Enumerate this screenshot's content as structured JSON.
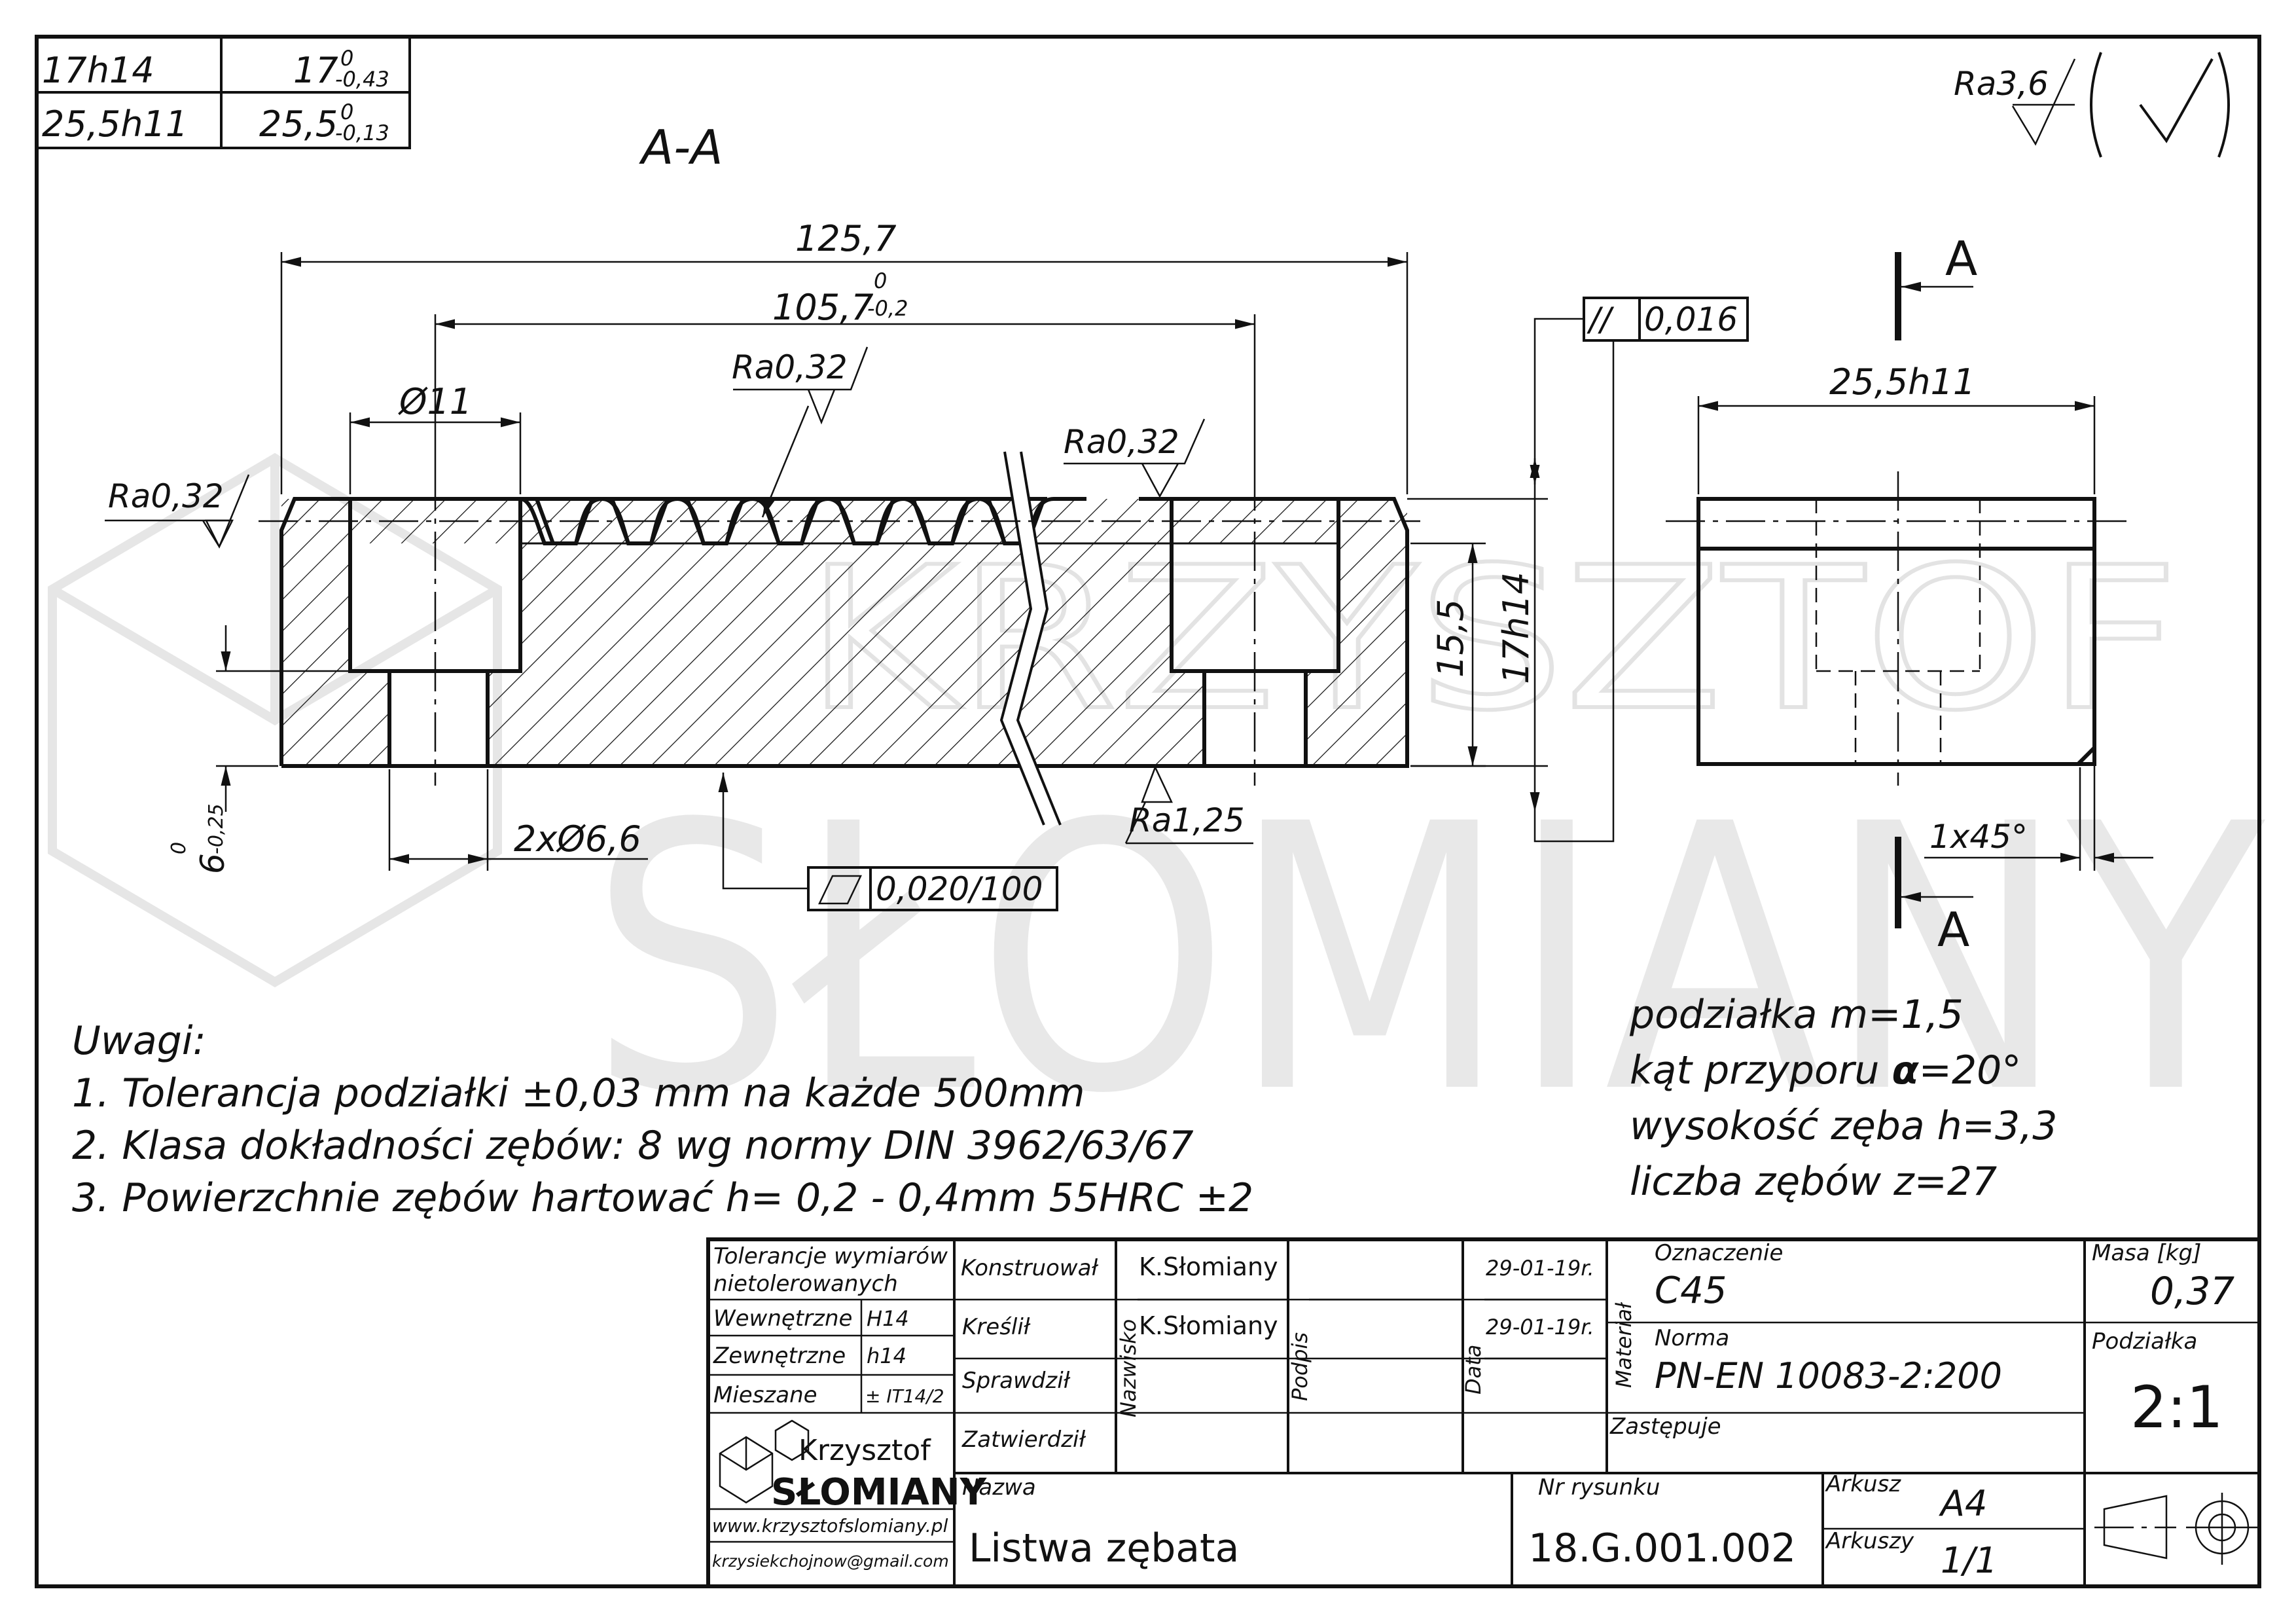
{
  "tolerance_table": [
    {
      "code": "17h14",
      "value": "17",
      "upper": "0",
      "lower": "-0,43"
    },
    {
      "code": "25,5h11",
      "value": "25,5",
      "upper": "0",
      "lower": "-0,13"
    }
  ],
  "section_label": "A-A",
  "general_roughness": "Ra3,6",
  "dimensions": {
    "overall_length": "125,7",
    "hole_spacing": "105,7",
    "hole_spacing_upper": "0",
    "hole_spacing_lower": "-0,2",
    "counterbore": "Ø11",
    "holes": "2xØ6,6",
    "counterbore_depth": "6",
    "counterbore_depth_upper": "0",
    "counterbore_depth_lower": "-0,25",
    "tooth_root_height": "15,5",
    "total_height": "17h14",
    "width": "25,5h11",
    "chamfer": "1x45°"
  },
  "roughness": {
    "left_face": "Ra0,32",
    "tooth_flank": "Ra0,32",
    "top_face": "Ra0,32",
    "bottom_face": "Ra1,25"
  },
  "geometric_tolerances": {
    "parallelism_symbol": "//",
    "parallelism_value": "0,016",
    "flatness_value": "0,020/100"
  },
  "section_marks": {
    "top": "A",
    "bottom": "A"
  },
  "notes": {
    "heading": "Uwagi:",
    "items": [
      "1. Tolerancja podziałki ±0,03 mm na każde 500mm",
      "2. Klasa dokładności zębów: 8 wg normy DIN 3962/63/67",
      "3. Powierzchnie zębów hartować h= 0,2 - 0,4mm  55HRC ±2"
    ]
  },
  "gear_params": [
    {
      "label": "podziałka m=1,5",
      "bold": ""
    },
    {
      "label": "kąt przyporu ",
      "bold": "α",
      "tail": "=20°"
    },
    {
      "label": "wysokość zęba h=3,3",
      "bold": ""
    },
    {
      "label": "liczba zębów z=27",
      "bold": ""
    }
  ],
  "title_block": {
    "tol_header": "Tolerancje wymiarów",
    "tol_header2": "nietolerowanych",
    "internal_label": "Wewnętrzne",
    "internal_value": "H14",
    "external_label": "Zewnętrzne",
    "external_value": "h14",
    "mixed_label": "Mieszane",
    "mixed_value": "± IT14/2",
    "designed_label": "Konstruował",
    "drawn_label": "Kreślił",
    "checked_label": "Sprawdził",
    "approved_label": "Zatwierdził",
    "designed_by": "K.Słomiany",
    "drawn_by": "K.Słomiany",
    "surname_label": "Nazwisko",
    "signature_label": "Podpis",
    "date_label": "Data",
    "date1": "29-01-19r.",
    "date2": "29-01-19r.",
    "material_label": "Materiał",
    "designation_label": "Oznaczenie",
    "material": "C45",
    "standard_label": "Norma",
    "standard": "PN-EN 10083-2:200",
    "replaces_label": "Zastępuje",
    "mass_label": "Masa [kg]",
    "mass": "0,37",
    "scale_label": "Podziałka",
    "scale": "2:1",
    "name_label": "Nazwa",
    "name": "Listwa zębata",
    "drawing_no_label": "Nr rysunku",
    "drawing_no": "18.G.001.002",
    "sheet_label": "Arkusz",
    "sheet": "A4",
    "sheets_label": "Arkuszy",
    "sheets": "1/1",
    "logo_top": "Krzysztof",
    "logo_bottom": "SŁOMIANY",
    "website": "www.krzysztofslomiany.pl",
    "email": "krzysiekchojnow@gmail.com"
  },
  "watermark": {
    "top": "KRZYSZTOF",
    "bottom": "SŁOMIANY"
  }
}
